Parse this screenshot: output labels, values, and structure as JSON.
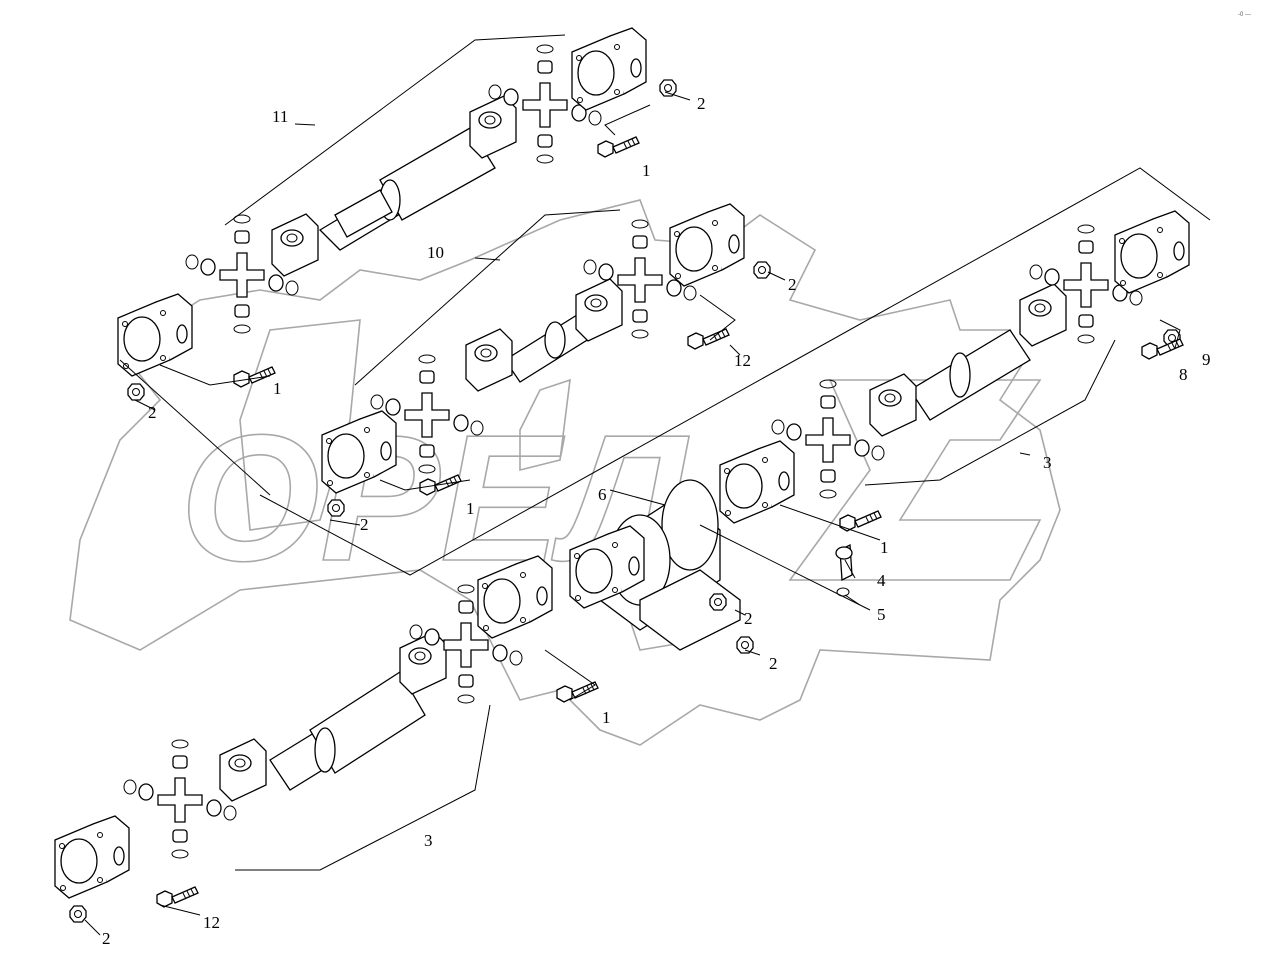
{
  "diagram": {
    "corner_mark": "-0 ---",
    "watermark": "ОРЕЛ",
    "callouts": [
      {
        "id": "c11",
        "text": "11"
      },
      {
        "id": "c2a",
        "text": "2"
      },
      {
        "id": "c1a",
        "text": "1"
      },
      {
        "id": "c10",
        "text": "10"
      },
      {
        "id": "c2b",
        "text": "2"
      },
      {
        "id": "c12a",
        "text": "12"
      },
      {
        "id": "c1b",
        "text": "1"
      },
      {
        "id": "c2c",
        "text": "2"
      },
      {
        "id": "c9",
        "text": "9"
      },
      {
        "id": "c8",
        "text": "8"
      },
      {
        "id": "c3a",
        "text": "3"
      },
      {
        "id": "c6",
        "text": "6"
      },
      {
        "id": "c1c",
        "text": "1"
      },
      {
        "id": "c2d",
        "text": "2"
      },
      {
        "id": "c1d",
        "text": "1"
      },
      {
        "id": "c4",
        "text": "4"
      },
      {
        "id": "c5",
        "text": "5"
      },
      {
        "id": "c2e",
        "text": "2"
      },
      {
        "id": "c2f",
        "text": "2"
      },
      {
        "id": "c1e",
        "text": "1"
      },
      {
        "id": "c3b",
        "text": "3"
      },
      {
        "id": "c12b",
        "text": "12"
      },
      {
        "id": "c2g",
        "text": "2"
      }
    ]
  }
}
